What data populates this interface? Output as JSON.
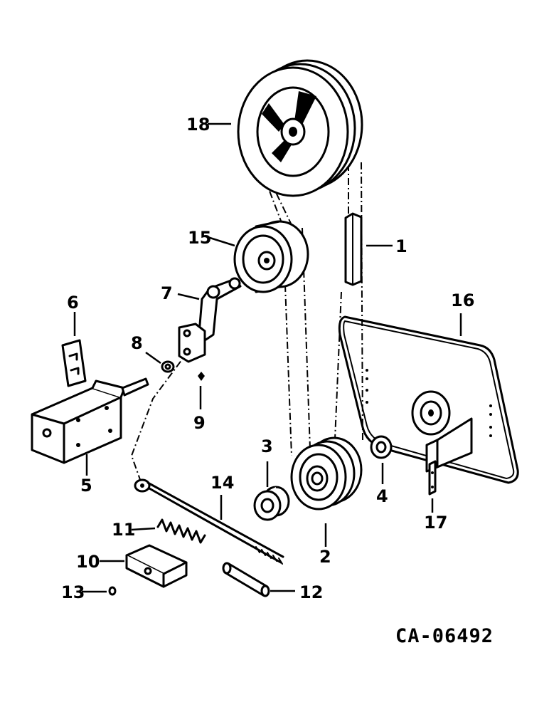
{
  "callouts": {
    "c1": "1",
    "c2": "2",
    "c3": "3",
    "c4": "4",
    "c5": "5",
    "c6": "6",
    "c7": "7",
    "c8": "8",
    "c9": "9",
    "c10": "10",
    "c11": "11",
    "c12": "12",
    "c13": "13",
    "c14": "14",
    "c15": "15",
    "c16": "16",
    "c17": "17",
    "c18": "18"
  },
  "drawing_number": "CA-06492"
}
